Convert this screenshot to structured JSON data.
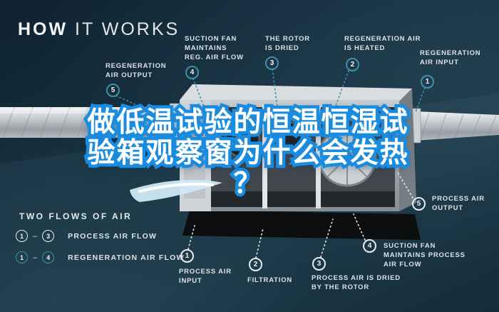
{
  "title": {
    "bold": "HOW",
    "rest": " IT WORKS"
  },
  "headline": {
    "line1": "做低温试验的恒温恒湿试",
    "line2": "验箱观察窗为什么会发热",
    "line3": "？"
  },
  "legend": {
    "title": "TWO FLOWS OF AIR",
    "process": {
      "from": "1",
      "dash": "–",
      "to": "3",
      "label": "PROCESS AIR FLOW"
    },
    "regeneration": {
      "from": "1",
      "dash": "–",
      "to": "4",
      "label": "REGENERATION AIR FLOW"
    }
  },
  "callouts": {
    "regeneration": [
      {
        "num": "1",
        "text": "REGENERATION\nAIR INPUT"
      },
      {
        "num": "2",
        "text": "REGENERATION AIR\nIS HEATED"
      },
      {
        "num": "3",
        "text": "THE ROTOR\nIS DRIED"
      },
      {
        "num": "4",
        "text": "SUCTION FAN\nMAINTAINS\nREG. AIR FLOW"
      },
      {
        "num": "5",
        "text": "REGENERATION\nAIR OUTPUT"
      }
    ],
    "process": [
      {
        "num": "1",
        "text": "PROCESS AIR\nINPUT"
      },
      {
        "num": "2",
        "text": "FILTRATION"
      },
      {
        "num": "3",
        "text": "PROCESS AIR IS DRIED\nBY THE ROTOR"
      },
      {
        "num": "4",
        "text": "SUCTION FAN\nMAINTAINS PROCESS\nAIR FLOW"
      },
      {
        "num": "5",
        "text": "PROCESS AIR\nOUTPUT"
      }
    ]
  },
  "colors": {
    "background": "#16303E",
    "regeneration_accent": "#4090AA",
    "process_accent": "#E8ECEF",
    "headline_fill": "#FFFFFF",
    "headline_outline": "#1A8CE0"
  }
}
